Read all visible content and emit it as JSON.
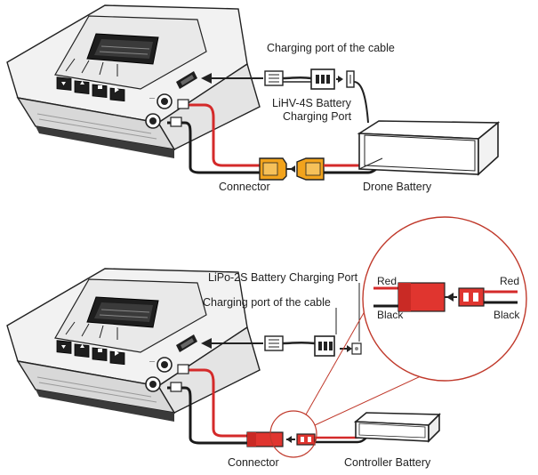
{
  "top": {
    "cable_port_label": "Charging port of the cable",
    "battery_port_label_line1": "LiHV-4S Battery",
    "battery_port_label_line2": "Charging Port",
    "connector_label": "Connector",
    "battery_label": "Drone Battery"
  },
  "bottom": {
    "battery_port_label": "LiPo-2S Battery Charging Port",
    "cable_port_label": "Charging port of the cable",
    "connector_label": "Connector",
    "battery_label": "Controller Battery"
  },
  "zoom": {
    "left_top": "Red",
    "left_bottom": "Black",
    "right_top": "Red",
    "right_bottom": "Black"
  },
  "colors": {
    "red_wire": "#d42a2a",
    "black_wire": "#1a1a1a",
    "plug_red": "#e0352f",
    "plug_yellow": "#f2a31c",
    "zoom_circle": "#c0392b"
  }
}
